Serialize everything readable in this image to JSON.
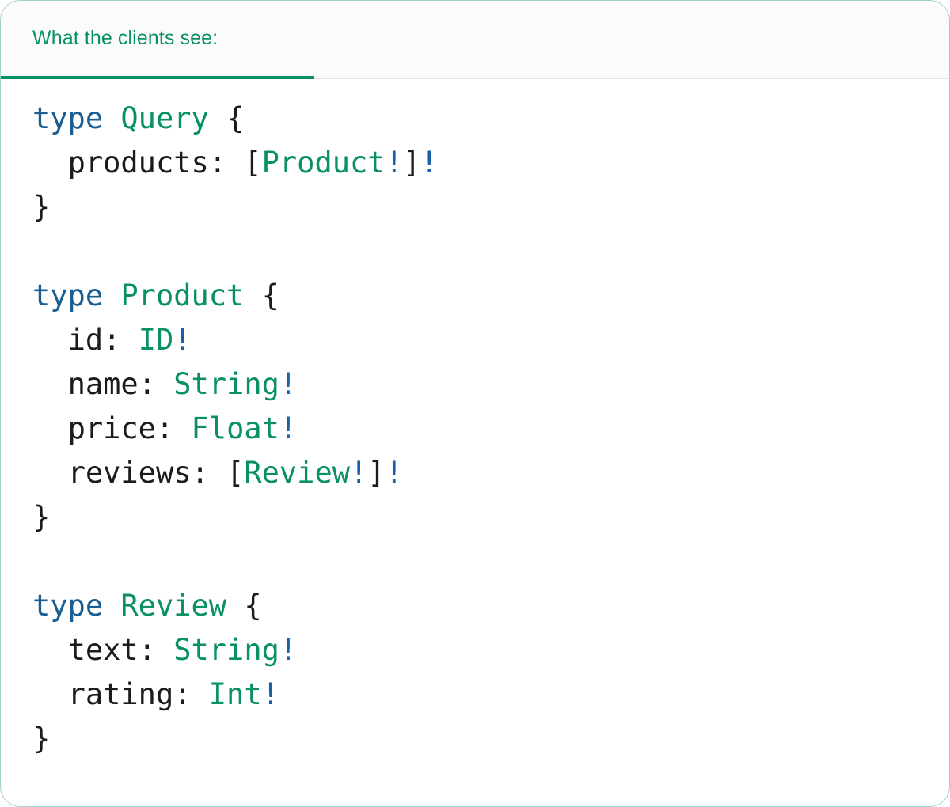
{
  "panel": {
    "accent_color": "#0a9160",
    "border_color": "#9fd3bd",
    "background": "#ffffff"
  },
  "tabs": [
    {
      "id": "what-the-clients-see",
      "label": "What the clients see:",
      "active": true,
      "color": "#0a9160"
    }
  ],
  "code": {
    "language": "graphql",
    "colors": {
      "keyword": "#1a5e92",
      "type": "#0a9160",
      "field": "#1b1b1b",
      "punctuation": "#1b1b1b",
      "non_null_bang": "#1a5ea8"
    },
    "blocks": [
      {
        "keyword": "type",
        "name": "Query",
        "open": "{",
        "close": "}",
        "fields": [
          {
            "name": "products",
            "colon": ":",
            "open_bracket": "[",
            "type": "Product",
            "inner_bang": "!",
            "close_bracket": "]",
            "outer_bang": "!"
          }
        ]
      },
      {
        "keyword": "type",
        "name": "Product",
        "open": "{",
        "close": "}",
        "fields": [
          {
            "name": "id",
            "colon": ":",
            "open_bracket": "",
            "type": "ID",
            "inner_bang": "!",
            "close_bracket": "",
            "outer_bang": ""
          },
          {
            "name": "name",
            "colon": ":",
            "open_bracket": "",
            "type": "String",
            "inner_bang": "!",
            "close_bracket": "",
            "outer_bang": ""
          },
          {
            "name": "price",
            "colon": ":",
            "open_bracket": "",
            "type": "Float",
            "inner_bang": "!",
            "close_bracket": "",
            "outer_bang": ""
          },
          {
            "name": "reviews",
            "colon": ":",
            "open_bracket": "[",
            "type": "Review",
            "inner_bang": "!",
            "close_bracket": "]",
            "outer_bang": "!"
          }
        ]
      },
      {
        "keyword": "type",
        "name": "Review",
        "open": "{",
        "close": "}",
        "fields": [
          {
            "name": "text",
            "colon": ":",
            "open_bracket": "",
            "type": "String",
            "inner_bang": "!",
            "close_bracket": "",
            "outer_bang": ""
          },
          {
            "name": "rating",
            "colon": ":",
            "open_bracket": "",
            "type": "Int",
            "inner_bang": "!",
            "close_bracket": "",
            "outer_bang": ""
          }
        ]
      }
    ]
  }
}
